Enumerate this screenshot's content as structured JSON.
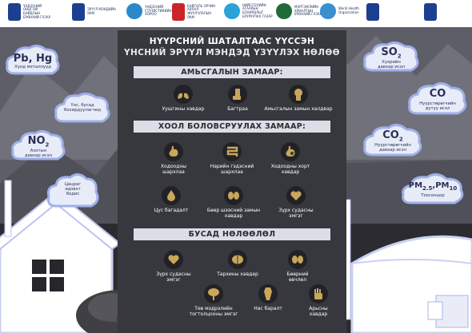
{
  "logos": [
    {
      "name": "government-emblem-1",
      "caption": "ҮНДЭСНИЙ ОНЦГОЙ\nБАЙДЛЫН ЕРӨНХИЙ ГАЗАР",
      "color": "#1d3f8f"
    },
    {
      "name": "government-emblem-2",
      "caption": "ЭРҮҮЛ МЭНДИЙН\nЯАМ",
      "color": "#1d3f8f"
    },
    {
      "name": "agency-logo-3",
      "caption": "ҮНДЭСНИЙ СТАТИСТИКИЙН\nХОРОО",
      "color": "#2b88c9"
    },
    {
      "name": "agency-logo-4",
      "caption": "БАЙГАЛЬ ОРЧИН\nАЯЛАЛ ЖУУЛЧЛАЛЫН ЯАМ",
      "color": "#c8262b"
    },
    {
      "name": "agency-logo-5",
      "caption": "НИЙСЛЭЛИЙН\nАГААРЫН БОХИРДЛЫГ\nБУУРУУЛАХ ГАЗАР",
      "color": "#2aa3d6"
    },
    {
      "name": "agency-logo-6",
      "caption": "МЭРГЭЖЛИЙН ХЯНАЛТЫН\nЕРӨНХИЙ ГАЗАР",
      "color": "#1f6b3a"
    },
    {
      "name": "who-logo",
      "caption": "World Health\nOrganization",
      "color": "#3a8fd0"
    },
    {
      "name": "government-emblem-8",
      "caption": "",
      "color": "#1d3f8f"
    },
    {
      "name": "government-emblem-9",
      "caption": "",
      "color": "#1d3f8f"
    }
  ],
  "title": {
    "line1": "НҮҮРСНИЙ ШАТАЛТААС ҮҮССЭН",
    "line2": "ҮНСНИЙ ЭРҮҮЛ МЭНДЭД ҮЗҮҮЛЭХ НӨЛӨӨ"
  },
  "sections": {
    "inhalation": {
      "heading": "АМЬСГАЛЫН ЗАМААР:",
      "effects": [
        {
          "label": "Уушгины хавдар",
          "icon": "lungs-icon"
        },
        {
          "label": "Багтраа",
          "icon": "inhaler-icon"
        },
        {
          "label": "Амьсгалын замын халдвар",
          "icon": "head-profile-icon"
        }
      ]
    },
    "ingestion": {
      "heading": "ХООЛ БОЛОВСРУУЛАХ ЗАМААР:",
      "effects": [
        {
          "label": "Ходоодны шархлаа",
          "icon": "stomach-icon"
        },
        {
          "label": "Нарийн гэдэсний шархлаа",
          "icon": "intestine-icon"
        },
        {
          "label": "Ходоодны хорт хавдар",
          "icon": "stomach-tumor-icon"
        },
        {
          "label": "Цус багадалт",
          "icon": "blood-drop-icon"
        },
        {
          "label": "Бөөр шээсний замын хавдар",
          "icon": "kidney-icon"
        },
        {
          "label": "Зүрх судасны эмгэг",
          "icon": "heart-icon"
        }
      ]
    },
    "other": {
      "heading": "БУСАД НӨЛӨӨЛӨЛ",
      "effects": [
        {
          "label": "Зүрх судасны эмгэг",
          "icon": "heart-icon"
        },
        {
          "label": "Тархины хавдар",
          "icon": "brain-icon"
        },
        {
          "label": "Бөөрний өвчлөл",
          "icon": "kidney-icon"
        },
        {
          "label": "Тев мэдрэлийн тогтолцооны эмгэг",
          "icon": "brain-nerve-icon"
        },
        {
          "label": "Нас баралт",
          "icon": "coffin-icon"
        },
        {
          "label": "Арьсны хавдар",
          "icon": "hand-icon"
        }
      ]
    }
  },
  "clouds": {
    "heavy_metals": {
      "big": "Pb, Hg",
      "small": "Хүнд металлууд"
    },
    "ash": {
      "small": "Үнс, бусад\nбохирдуулагчид"
    },
    "no2": {
      "big": "NO",
      "sub": "2",
      "small": "Азотын\nдавхар исэл"
    },
    "radiation": {
      "small": "Цацраг\nидэвхт\nбодис"
    },
    "so2": {
      "big": "SO",
      "sub": "2",
      "small": "Хүхрийн\nдавхар исэл"
    },
    "co": {
      "big": "CO",
      "small": "Нүүрстөрөгчийн\nдутуу исэл"
    },
    "co2": {
      "big": "CO",
      "sub": "2",
      "small": "Нүүрстөрөгчийн\nдавхар исэл"
    },
    "pm": {
      "big": "PM",
      "sub1": "2.5",
      "mid": ",PM",
      "sub2": "10",
      "small": "Тоосонцор"
    }
  },
  "colors": {
    "board": "#37383d",
    "bar": "#dcdde7",
    "cloud_fill": "#e8ecf8",
    "cloud_glow": "#9fb0ea",
    "text_dark": "#2c2f58"
  }
}
